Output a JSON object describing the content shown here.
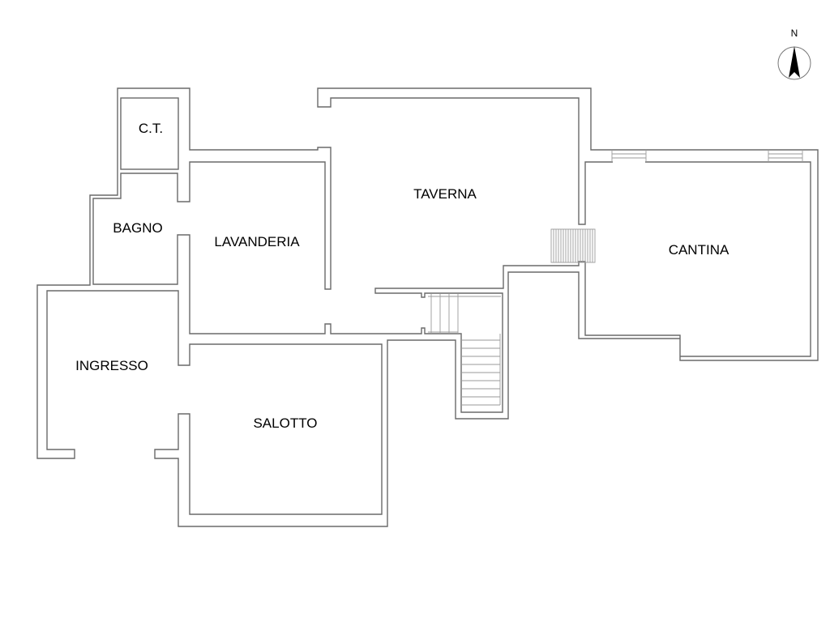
{
  "rooms": {
    "ct": "C.T.",
    "bagno": "BAGNO",
    "lavanderia": "LAVANDERIA",
    "taverna": "TAVERNA",
    "cantina": "CANTINA",
    "ingresso": "INGRESSO",
    "salotto": "SALOTTO"
  },
  "compass": {
    "label": "N",
    "icon": "north-arrow-icon"
  },
  "colors": {
    "wall": "#6a6a6a",
    "text": "#000000"
  }
}
